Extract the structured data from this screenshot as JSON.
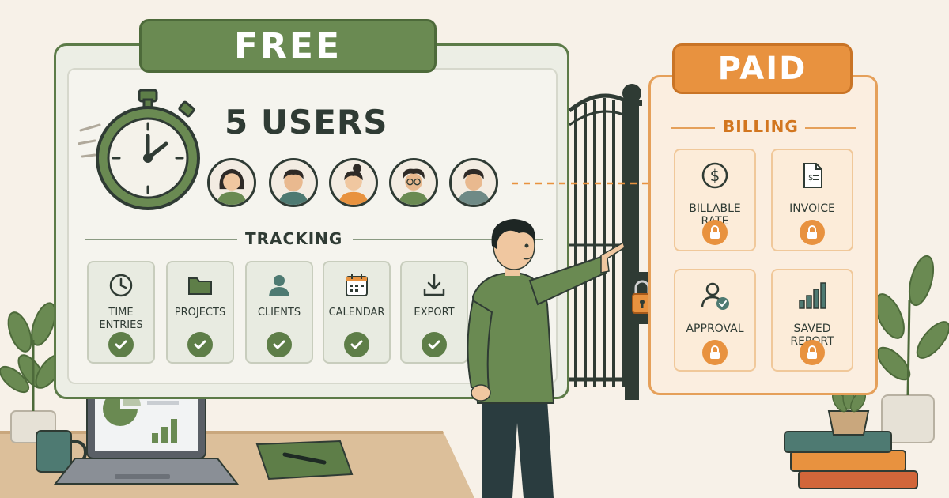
{
  "free": {
    "title": "FREE",
    "users_heading": "5 USERS",
    "section": "TRACKING",
    "features": [
      {
        "line1": "TIME",
        "line2": "ENTRIES",
        "icon": "clock-icon"
      },
      {
        "line1": "PROJECTS",
        "line2": "",
        "icon": "folder-icon"
      },
      {
        "line1": "CLIENTS",
        "line2": "",
        "icon": "person-icon"
      },
      {
        "line1": "CALENDAR",
        "line2": "",
        "icon": "calendar-icon"
      },
      {
        "line1": "EXPORT",
        "line2": "",
        "icon": "download-icon"
      }
    ]
  },
  "paid": {
    "title": "PAID",
    "section": "BILLING",
    "features": [
      {
        "line1": "BILLABLE",
        "line2": "RATE",
        "icon": "dollar-icon"
      },
      {
        "line1": "INVOICE",
        "line2": "",
        "icon": "invoice-icon"
      },
      {
        "line1": "APPROVAL",
        "line2": "",
        "icon": "approval-icon"
      },
      {
        "line1": "SAVED",
        "line2": "REPORT",
        "icon": "report-icon"
      }
    ]
  },
  "colors": {
    "free_green": "#6a8a52",
    "paid_orange": "#e8923f",
    "ink": "#2f3b34",
    "background": "#f7f1e8"
  }
}
